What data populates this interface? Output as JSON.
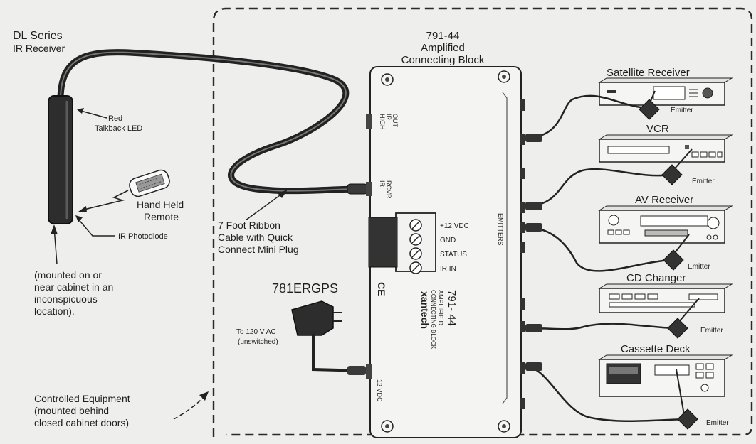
{
  "receiver": {
    "title": "DL Series",
    "subtitle": "IR Receiver",
    "led_label": [
      "Red",
      "Talkback LED"
    ],
    "photodiode_label": "IR Photodiode",
    "mount_note": [
      "(mounted on or",
      "near cabinet  in an",
      "inconspicuous",
      "location)."
    ]
  },
  "remote": {
    "label": [
      "Hand Held",
      "Remote"
    ]
  },
  "ribbon": {
    "label": [
      "7 Foot Ribbon",
      "Cable with Quick",
      "Connect Mini Plug"
    ]
  },
  "block": {
    "title": [
      "791-44",
      "Amplified",
      "Connecting Block"
    ],
    "high_ir_out": [
      "HIGH",
      "IR",
      "OUT"
    ],
    "ir_rcvr": [
      "IR",
      "RCVR"
    ],
    "terminals": [
      "+12 VDC",
      "GND",
      "STATUS",
      "IR IN"
    ],
    "emitters_label": "EMITTERS",
    "model": "791- 44",
    "desc": [
      "AMPLIFIE     D",
      "CONNECTING BLOCK"
    ],
    "brand": "xantech",
    "ce": "CE",
    "dc_port": "12 VDC"
  },
  "power": {
    "model": "781ERGPS",
    "note": [
      "To 120 V AC",
      "(unswitched)"
    ]
  },
  "equipment_note": [
    "Controlled Equipment",
    "(mounted behind",
    "closed cabinet doors)"
  ],
  "devices": [
    {
      "name": "Satellite Receiver",
      "emitter": "Emitter"
    },
    {
      "name": "VCR",
      "emitter": "Emitter"
    },
    {
      "name": "AV Receiver",
      "emitter": "Emitter"
    },
    {
      "name": "CD Changer",
      "emitter": "Emitter"
    },
    {
      "name": "Cassette Deck",
      "emitter": "Emitter"
    }
  ]
}
